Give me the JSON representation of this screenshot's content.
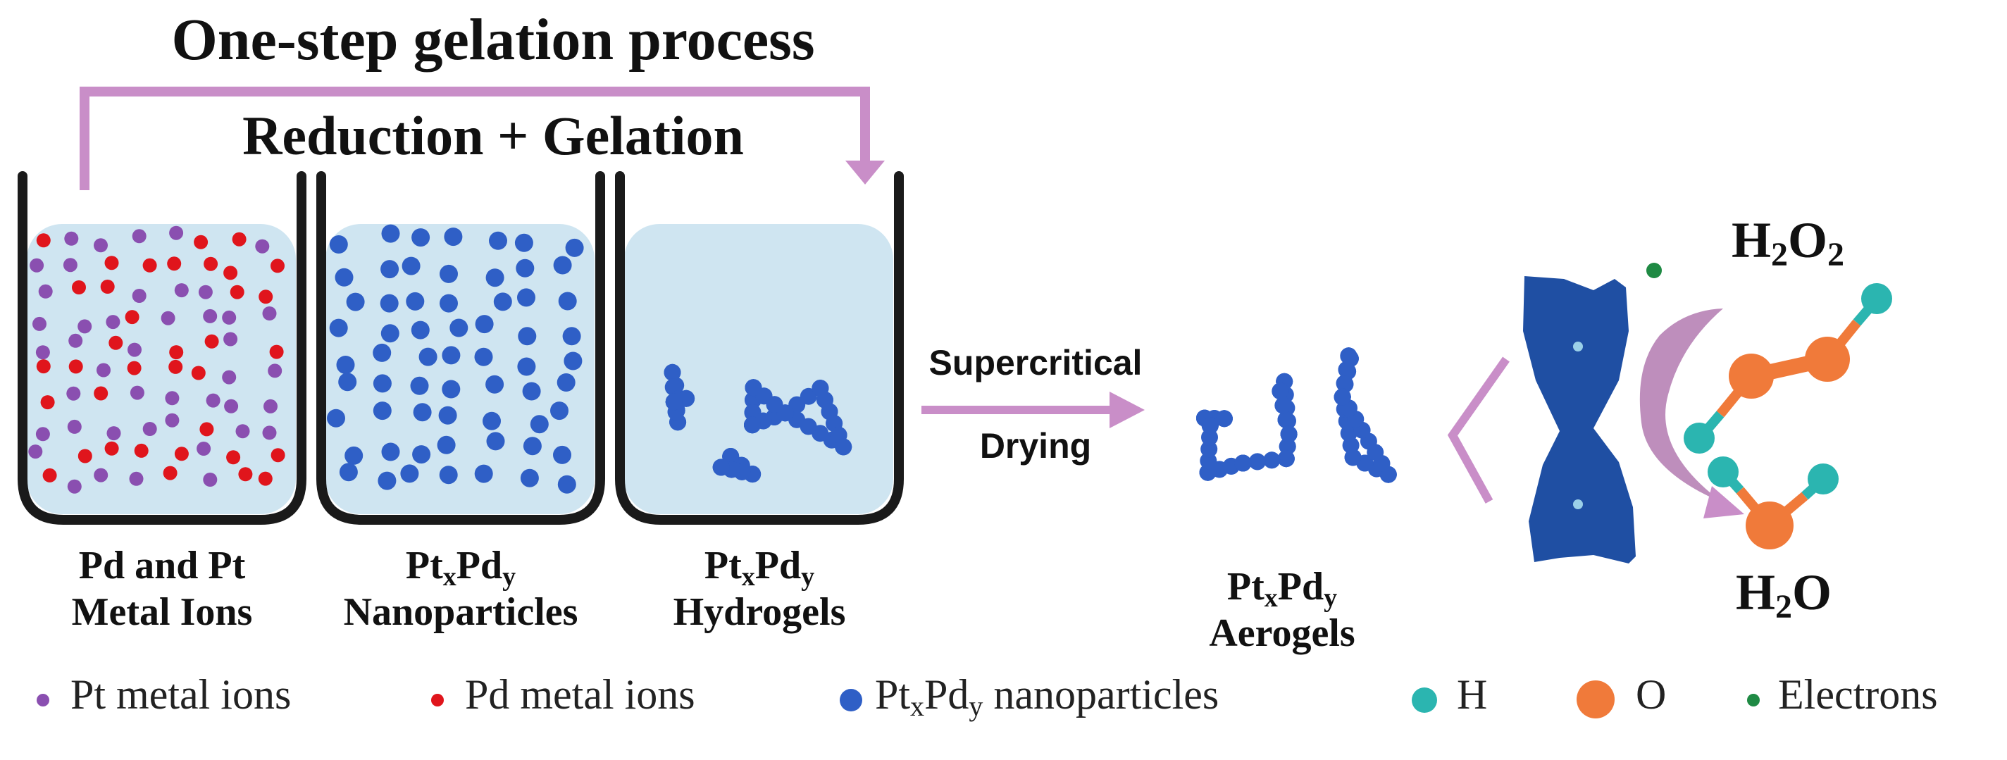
{
  "title": "One-step gelation process",
  "subtitle": "Reduction + Gelation",
  "beakers": [
    {
      "label_line1": "Pd and Pt",
      "label_line2": "Metal Ions"
    },
    {
      "label_line1_base": "Pt",
      "sub1": "x",
      "mid": "Pd",
      "sub2": "y",
      "label_line2": "Nanoparticles"
    },
    {
      "label_line1_base": "Pt",
      "sub1": "x",
      "mid": "Pd",
      "sub2": "y",
      "label_line2": "Hydrogels"
    }
  ],
  "arrow": {
    "line1": "Supercritical",
    "line2": "Drying"
  },
  "aerogel": {
    "label_line1_base": "Pt",
    "sub1": "x",
    "mid": "Pd",
    "sub2": "y",
    "label_line2": "Aerogels"
  },
  "molecules": {
    "top": {
      "base": "H",
      "sub": "2",
      "mid": "O",
      "sub2": "2"
    },
    "bottom": {
      "base": "H",
      "sub": "2",
      "mid": "O"
    }
  },
  "legend": [
    {
      "text": "Pt  metal ions",
      "color": "#8a4fb0"
    },
    {
      "text": "Pd  metal ions",
      "color": "#e0151c"
    },
    {
      "base": "Pt",
      "sub1": "x",
      "mid": "Pd",
      "sub2": "y",
      "text": " nanoparticles",
      "color": "#2f5fc6"
    },
    {
      "text": "H",
      "color": "#2bb5b0"
    },
    {
      "text": "O",
      "color": "#f07a3a"
    },
    {
      "text": "Electrons",
      "color": "#1f8a44"
    }
  ],
  "colors": {
    "pt_ion": "#8a4fb0",
    "pd_ion": "#e0151c",
    "nanoparticle": "#2f5fc6",
    "hydrogen": "#2bb5b0",
    "oxygen": "#f07a3a",
    "electron": "#1f8a44",
    "arrow": "#c98ec8",
    "liquid": "#cfe5f1",
    "beaker": "#1a1a1a",
    "sheet": "#1f4fa3"
  }
}
